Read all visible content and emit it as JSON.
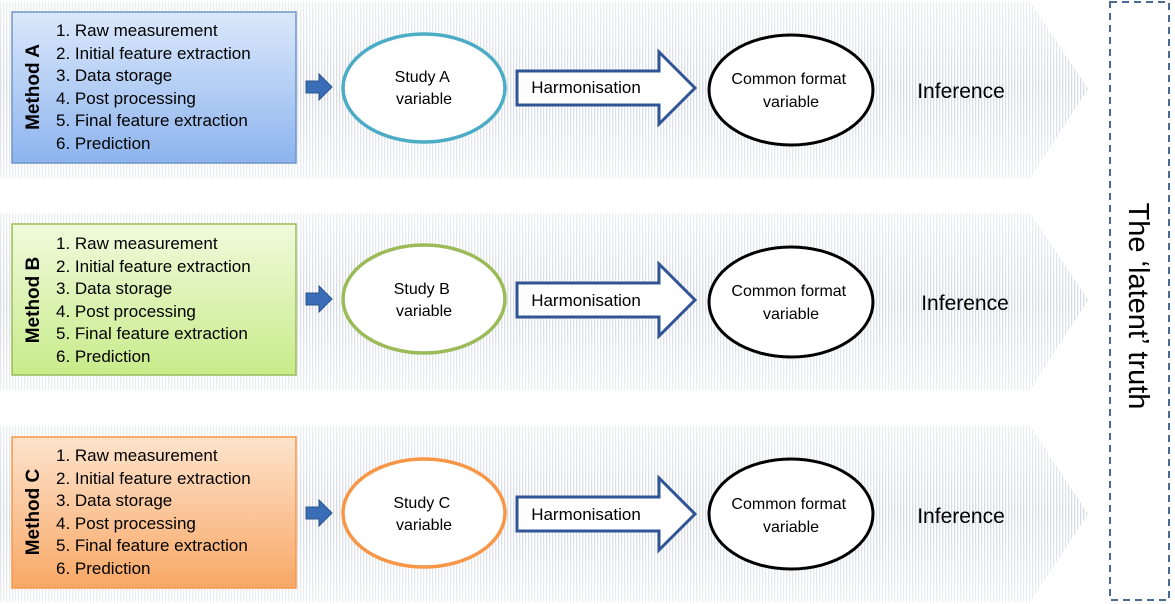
{
  "rows": [
    {
      "method_label": "Method A",
      "steps": [
        "1. Raw measurement",
        "2. Initial feature extraction",
        "3. Data storage",
        "4. Post processing",
        "5. Final feature extraction",
        "6. Prediction"
      ],
      "study_line1": "Study A",
      "study_line2": "variable",
      "harmonisation": "Harmonisation",
      "common_line1": "Common format",
      "common_line2": "variable",
      "inference": "Inference",
      "box_fill_top": "#dbe8fb",
      "box_fill_bottom": "#8db4ee",
      "box_stroke": "#6f95c9",
      "study_stroke": "#4bacc6"
    },
    {
      "method_label": "Method B",
      "steps": [
        "1. Raw measurement",
        "2. Initial feature extraction",
        "3. Data storage",
        "4. Post processing",
        "5. Final feature extraction",
        "6. Prediction"
      ],
      "study_line1": "Study B",
      "study_line2": "variable",
      "harmonisation": "Harmonisation",
      "common_line1": "Common format",
      "common_line2": "variable",
      "inference": "Inference",
      "box_fill_top": "#f0fadc",
      "box_fill_bottom": "#c8eb8a",
      "box_stroke": "#9bbb59",
      "study_stroke": "#9bbb59"
    },
    {
      "method_label": "Method C",
      "steps": [
        "1. Raw measurement",
        "2. Initial feature extraction",
        "3. Data storage",
        "4. Post processing",
        "5. Final feature extraction",
        "6. Prediction"
      ],
      "study_line1": "Study C",
      "study_line2": "variable",
      "harmonisation": "Harmonisation",
      "common_line1": "Common format",
      "common_line2": "variable",
      "inference": "Inference",
      "box_fill_top": "#fde3cc",
      "box_fill_bottom": "#f8a866",
      "box_stroke": "#f79646",
      "study_stroke": "#f79646"
    }
  ],
  "latent_truth": "The ‘latent’ truth",
  "colors": {
    "band_stripe": "#dcdfe6",
    "arrow_stroke": "#2f5597",
    "small_arrow": "#3a6db5",
    "dashed_border": "#4a6a96"
  }
}
